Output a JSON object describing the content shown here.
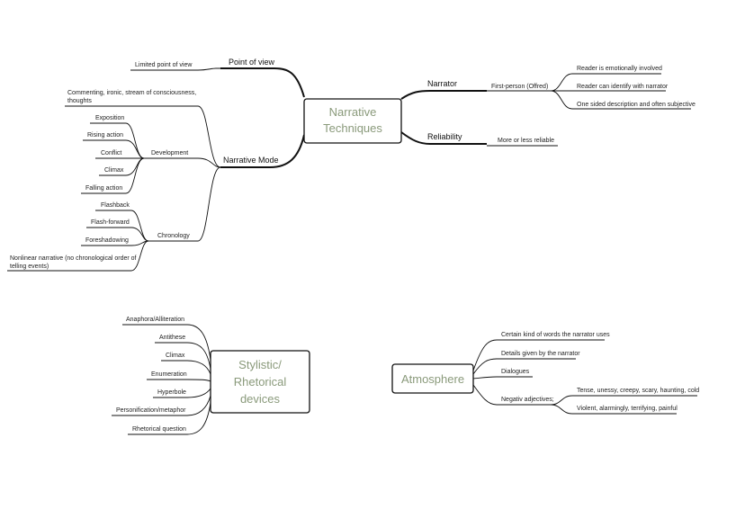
{
  "maps": {
    "narrative": {
      "title_line1": "Narrative",
      "title_line2": "Techniques",
      "point_of_view": {
        "label": "Point of view",
        "items": [
          "Limited point of view"
        ]
      },
      "narrative_mode": {
        "label": "Narrative Mode",
        "commenting_line1": "Commenting, ironic, stream of consciousness,",
        "commenting_line2": "thoughts",
        "development": {
          "label": "Development",
          "items": [
            "Exposition",
            "Rising action",
            "Conflict",
            "Climax",
            "Falling action"
          ]
        },
        "chronology": {
          "label": "Chronology",
          "items": [
            "Flashback",
            "Flash-forward",
            "Foreshadowing"
          ],
          "nonlinear_line1": "Nonlinear narrative (no chronological order of",
          "nonlinear_line2": "telling events)"
        }
      },
      "narrator": {
        "label": "Narrator",
        "first_person": {
          "label": "First-person (Offred)",
          "items": [
            "Reader is emotionally involved",
            "Reader can identify with narrator",
            "One sided description and often subjective"
          ]
        }
      },
      "reliability": {
        "label": "Reliability",
        "items": [
          "More or less reliable"
        ]
      }
    },
    "stylistic": {
      "title_line1": "Stylistic/",
      "title_line2": "Rhetorical",
      "title_line3": "devices",
      "items": [
        "Anaphora/Alliteration",
        "Antithese",
        "Climax",
        "Enumeration",
        "Hyperbole",
        "Personification/metaphor",
        "Rhetorical question"
      ]
    },
    "atmosphere": {
      "title": "Atmosphere",
      "items": [
        "Certain kind of words the narrator uses",
        "Details given by the narrator",
        "Dialogues"
      ],
      "negative": {
        "label": "Negativ adjectives;",
        "items": [
          "Tense, unessy, creepy, scary, haunting, cold",
          "Violent, alarmingly, terrifying, painful"
        ]
      }
    }
  }
}
